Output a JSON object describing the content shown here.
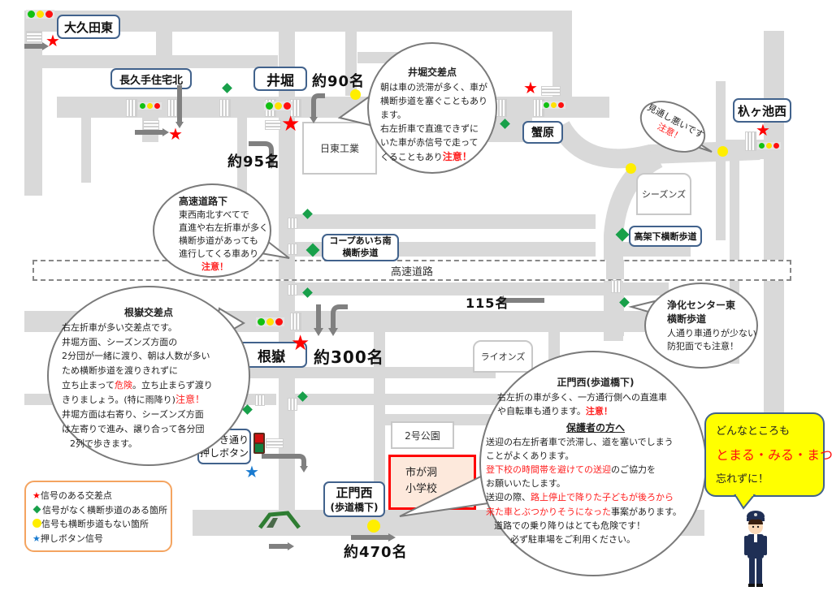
{
  "intersections": {
    "okubo_higashi": "大久田東",
    "nagakute_jutaku_kita": "長久手住宅北",
    "ibori": "井堀",
    "kanihara": "蟹原",
    "susugaikenishi": "杁ヶ池西",
    "negatake": "根嶽",
    "seimon_nishi_line1": "正門西",
    "seimon_nishi_line2": "(歩道橋下)",
    "keyaki_line1": "けやき通り",
    "keyaki_line2": "押しボタン",
    "coop_line1": "コープあいち南",
    "coop_line2": "横断歩道",
    "koukashita": "高架下横断歩道"
  },
  "buildings": {
    "nitto": "日東工業",
    "seasons": "シーズンズ",
    "lions": "ライオンズ",
    "park": "2号公園",
    "school_line1": "市が洞",
    "school_line2": "小学校"
  },
  "expressway_label": "高速道路",
  "counts": {
    "ibori_90": "約90名",
    "ibori_95": "約95名",
    "east_115": "115名",
    "negatake_300": "約300名",
    "seimon_470": "約470名"
  },
  "bubbles": {
    "ibori": {
      "title": "井堀交差点",
      "lines": [
        "朝は車の渋滞が多く、車が",
        "横断歩道を塞ぐこともあり",
        "ます。",
        "右左折車で直進できずに",
        "いた車が赤信号で走って"
      ],
      "last_prefix": "くることもあり",
      "last_warn": "注意！"
    },
    "miotoshi": {
      "line1": "見通し悪いです",
      "warn": "注意！"
    },
    "highway_under": {
      "title": "高速道路下",
      "lines": [
        "東西南北すべてで",
        "直進や右左折車が多く",
        "横断歩道があっても",
        "進行してくる車あり"
      ],
      "warn": "注意！"
    },
    "negatake": {
      "title": "根嶽交差点",
      "l1": "右左折車が多い交差点です。",
      "l2": "井堀方面、シーズンズ方面の",
      "l3": "2分団が一緒に渡り、朝は人数が多い",
      "l4": "ため横断歩道を渡りきれずに",
      "l5a": "立ち止まって",
      "l5b": "危険",
      "l5c": "。立ち止まらず渡り",
      "l6a": "きりましょう。(特に雨降り)",
      "l6b": "注意！",
      "l7": "井堀方面は右寄り、シーズンズ方面",
      "l8": "は左寄りで進み、譲り合って各分団",
      "l9": "2列で歩きます。"
    },
    "jouka": {
      "title1": "浄化センター東",
      "title2": "横断歩道",
      "l1": "人通り車通りが少ない",
      "l2": "防犯面でも注意！"
    },
    "seimon": {
      "title": "正門西(歩道橋下)",
      "l1": "右左折の車が多く、一方通行側への直進車",
      "l2a": "や自転車も通ります。",
      "l2b": "注意！",
      "subtitle": "保護者の方へ",
      "p1": "送迎の右左折者車で渋滞し、道を塞いでしまう",
      "p2": "ことがよくあります。",
      "p3a": "登下校の時間帯を避けての送迎",
      "p3b": "のご協力を",
      "p4": "お願いいたします。",
      "p5a": "送迎の際、",
      "p5b": "路上停止で降りた子どもが後ろから",
      "p6a": "来た車とぶつかりそうになった",
      "p6b": "事案があります。",
      "p7": "道路での乗り降りはとても危険です！",
      "p8": "必ず駐車場をご利用ください。"
    },
    "slogan": {
      "l1": "どんなところも",
      "l2": "とまる・みる・まつ",
      "l3": "忘れずに！"
    }
  },
  "legend": [
    {
      "icon": "red-star",
      "label": "信号のある交差点"
    },
    {
      "icon": "green-diamond",
      "label": "信号がなく横断歩道のある箇所"
    },
    {
      "icon": "yellow-dot",
      "label": "信号も横断歩道もない箇所"
    },
    {
      "icon": "blue-star",
      "label": "押しボタン信号"
    }
  ],
  "colors": {
    "road": "#d9d9d9",
    "label_border": "#41628c",
    "signal_star": "#ff0000",
    "crosswalk_diamond": "#18a04a",
    "no_crosswalk_dot": "#ffee00",
    "push_button_star": "#1a7bd0",
    "legend_border": "#f4a460",
    "slogan_bg": "#ffff00",
    "warning_text": "#ff2020",
    "school_fill": "#fde9dc",
    "school_border": "#ff0000"
  },
  "glyphs": {
    "star": "★"
  }
}
